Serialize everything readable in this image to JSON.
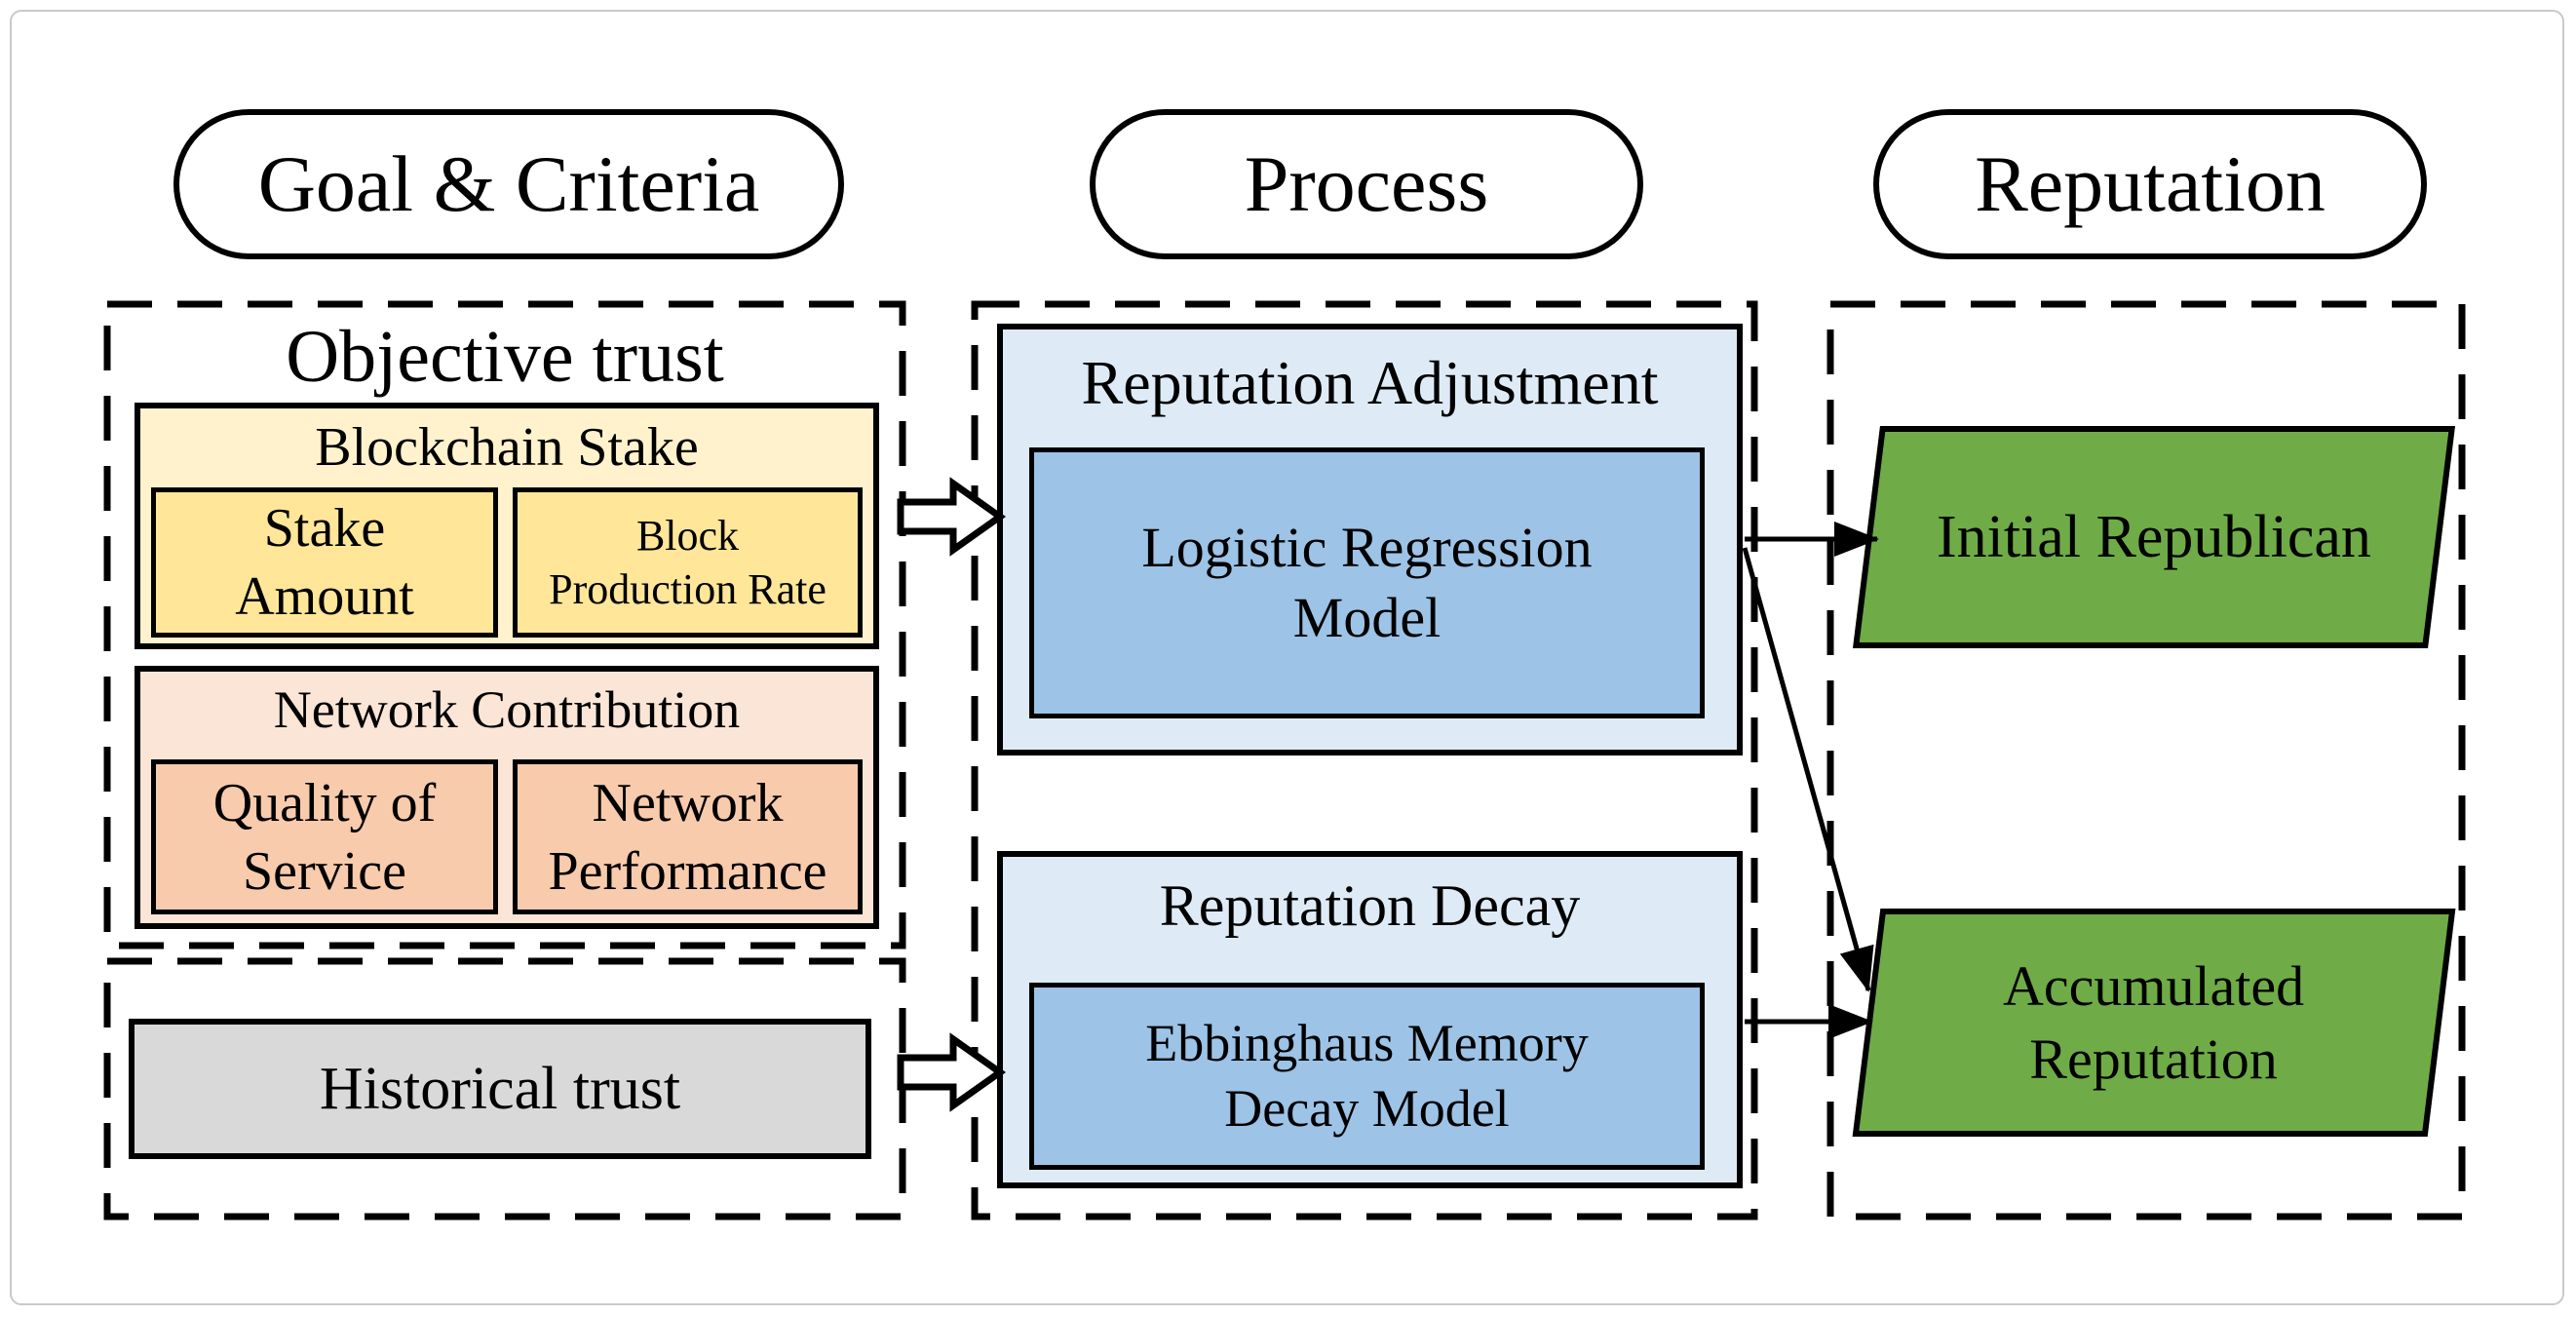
{
  "headers": {
    "goal_criteria": "Goal & Criteria",
    "process": "Process",
    "reputation": "Reputation"
  },
  "goal_criteria": {
    "objective_trust_label": "Objective trust",
    "blockchain_stake": {
      "label": "Blockchain Stake",
      "stake_amount_lines": [
        "Stake",
        "Amount"
      ],
      "block_production_rate_lines": [
        "Block",
        "Production Rate"
      ]
    },
    "network_contribution": {
      "label": "Network Contribution",
      "quality_of_service_lines": [
        "Quality of",
        "Service"
      ],
      "network_performance_lines": [
        "Network",
        "Performance"
      ]
    },
    "historical_trust_label": "Historical trust"
  },
  "process": {
    "reputation_adjustment": {
      "label": "Reputation Adjustment",
      "model_lines": [
        "Logistic Regression",
        "Model"
      ]
    },
    "reputation_decay": {
      "label": "Reputation Decay",
      "model_lines": [
        "Ebbinghaus Memory",
        "Decay Model"
      ]
    }
  },
  "reputation_outputs": {
    "initial_label": "Initial Republican",
    "accumulated_lines": [
      "Accumulated",
      "Reputation"
    ]
  },
  "colors": {
    "stake_group_bg": "#FFF2CC",
    "stake_item_bg": "#FFE699",
    "contribution_group_bg": "#FBE5D6",
    "contribution_item_bg": "#F8CBAD",
    "historical_bg": "#D9D9D9",
    "process_group_bg": "#DEEBF7",
    "process_model_bg": "#9DC3E6",
    "output_bg": "#6FAC47",
    "line_color": "#000000",
    "frame_color": "#C9C9C9"
  }
}
